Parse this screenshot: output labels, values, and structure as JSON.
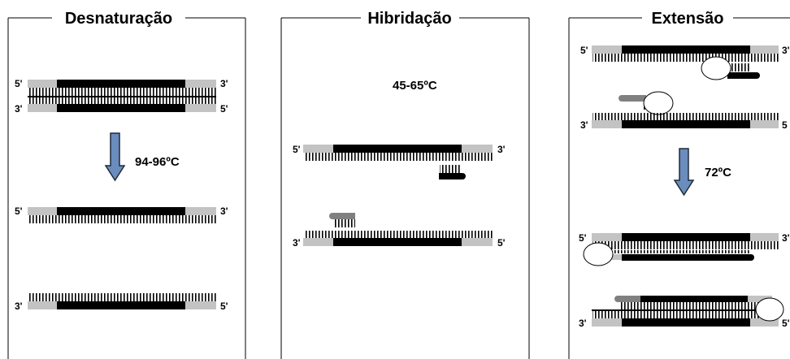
{
  "panels": [
    {
      "title": "Desnaturação",
      "temperature": "94-96ºC",
      "end_labels": [
        "5'",
        "3'",
        "3'",
        "5'",
        "5'",
        "3'",
        "3'",
        "5'"
      ]
    },
    {
      "title": "Hibridação",
      "temperature": "45-65ºC",
      "end_labels": [
        "5'",
        "3'",
        "3'",
        "5'"
      ]
    },
    {
      "title": "Extensão",
      "temperature": "72ºC",
      "end_labels": [
        "5'",
        "3'",
        "3'",
        "5",
        "5'",
        "3'",
        "3'",
        "5'"
      ]
    }
  ],
  "colors": {
    "template_dark": "#000000",
    "template_light": "#c3c3c3",
    "primer_gray": "#808080",
    "arrow_fill": "#6a8dbd",
    "arrow_stroke": "#1f2a3a",
    "frame": "#000000"
  },
  "icons": [
    "down-arrow-icon",
    "polymerase-icon"
  ]
}
